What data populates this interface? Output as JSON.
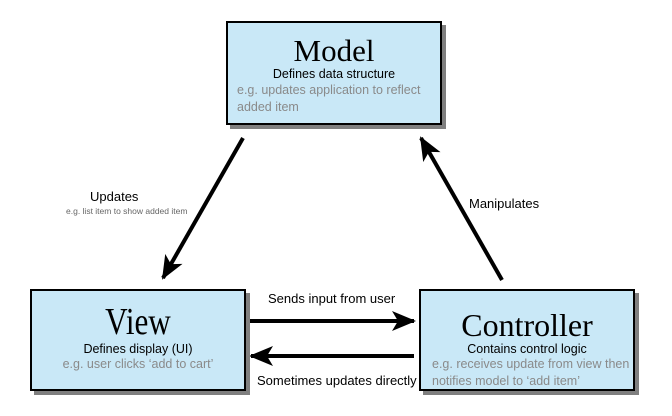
{
  "model": {
    "title": "Model",
    "subtitle": "Defines data structure",
    "example": "e.g. updates application to reflect added item"
  },
  "view": {
    "title": "View",
    "subtitle": "Defines display (UI)",
    "example": "e.g. user clicks ‘add to cart’"
  },
  "controller": {
    "title": "Controller",
    "subtitle": "Contains control logic",
    "example": "e.g. receives update from view then notifies model to ‘add item’"
  },
  "edges": {
    "updates": "Updates",
    "updates_example": "e.g. list item to show added item",
    "manipulates": "Manipulates",
    "sends_input": "Sends input from user",
    "sometimes_updates": "Sometimes updates directly"
  },
  "colors": {
    "box_fill": "#c9e8f7",
    "box_border": "#000000",
    "shadow": "#7f7f7f",
    "example_text": "#8a8a8a"
  }
}
